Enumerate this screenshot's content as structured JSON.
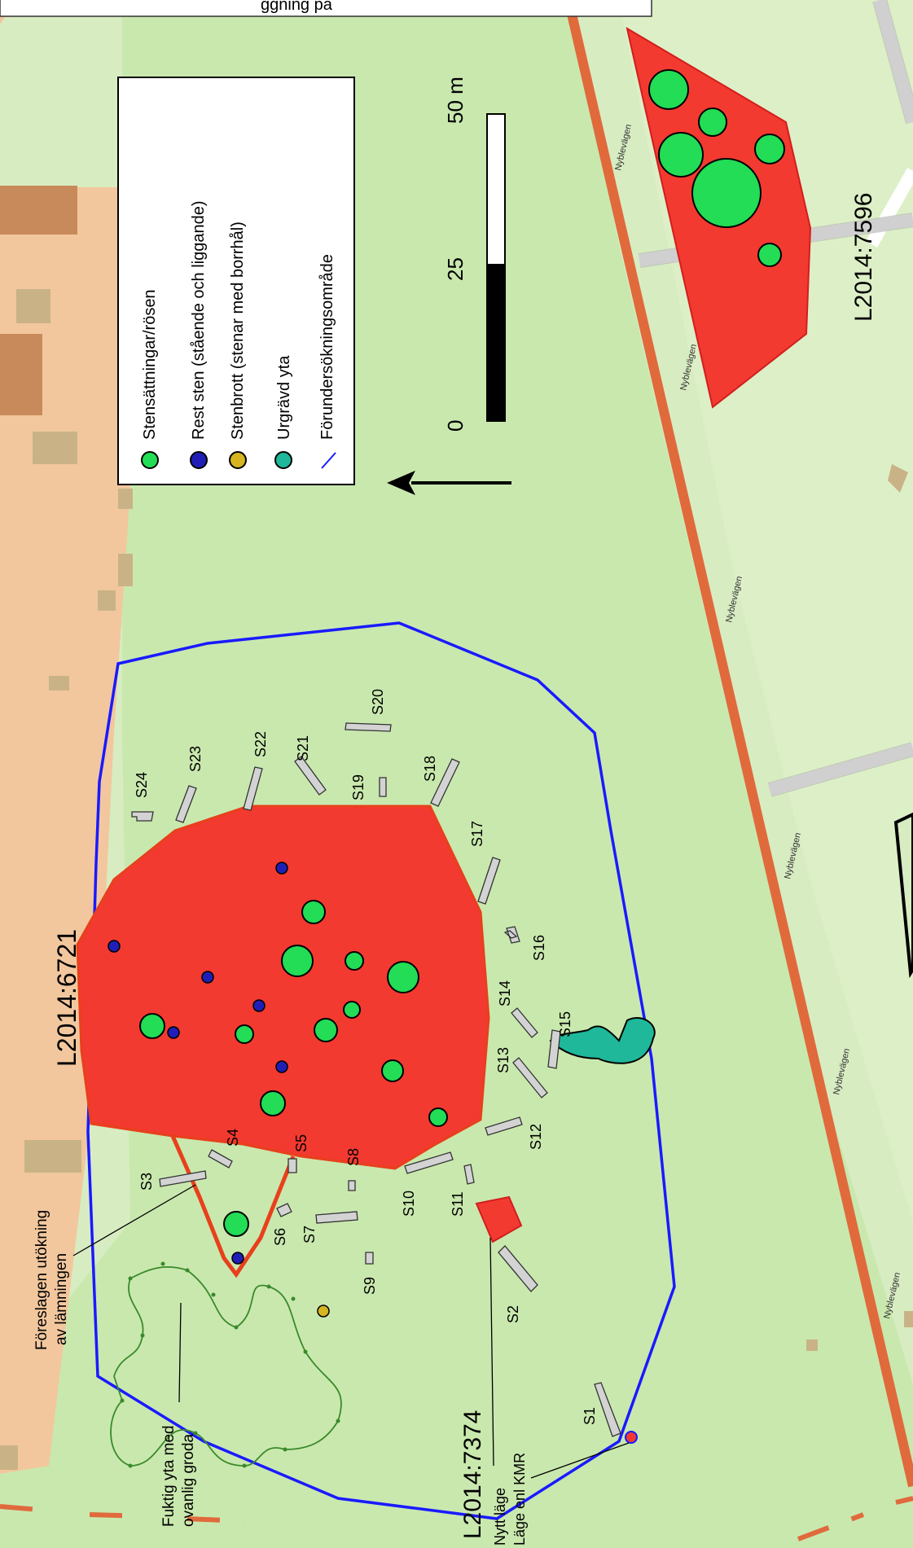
{
  "map": {
    "legend": {
      "items": [
        {
          "label": "Stensättningar/rösen",
          "color": "#22dd55"
        },
        {
          "label": "Rest sten (stående och liggande)",
          "color": "#1f1fb8"
        },
        {
          "label": "Stenbrott (stenar med borrhål)",
          "color": "#d6b51e"
        },
        {
          "label": "Urgrävd yta",
          "color": "#1fb89a"
        },
        {
          "label": "Förundersökningsområde",
          "color": "#1a1aff"
        }
      ]
    },
    "scalebar": {
      "tick_0": "0",
      "tick_25": "25",
      "tick_50": "50 m"
    },
    "road_name": "Nyblevägen",
    "sites": {
      "main": "L2014:6721",
      "east": "L2014:7596",
      "small": "L2014:7374"
    },
    "annotations": {
      "extension": [
        "Föreslagen utökning",
        "av lämningen"
      ],
      "wet_area": [
        "Fuktig yta med",
        "ovanlig groda"
      ],
      "new_position": "Nytt läge",
      "kmr_position": "Läge enl KMR",
      "top_text": "ggning på"
    },
    "trenches": [
      "S1",
      "S2",
      "S3",
      "S4",
      "S5",
      "S6",
      "S7",
      "S8",
      "S9",
      "S10",
      "S11",
      "S12",
      "S13",
      "S14",
      "S15",
      "S16",
      "S17",
      "S18",
      "S19",
      "S20",
      "S21",
      "S22",
      "S23",
      "S24"
    ],
    "colors": {
      "background": "#d8ecc2",
      "grass": "#c9e8ae",
      "built_up": "#f2c79e",
      "building": "#d1b98e",
      "building_dark": "#c88a5a",
      "site": "#f23a30",
      "site_outline": "#e8401c",
      "boundary": "#1a1aff",
      "road": "#e06a3c",
      "trench": "#d3d3d3",
      "wet_line": "#3a8a2a"
    }
  }
}
